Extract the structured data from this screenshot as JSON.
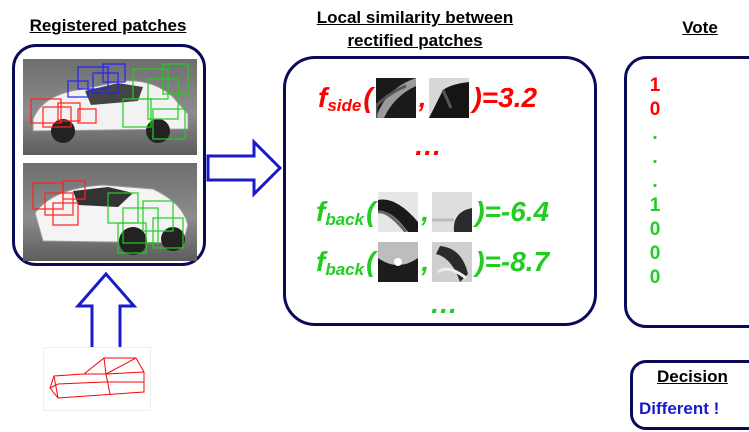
{
  "headers": {
    "registered": "Registered patches",
    "local_line1": "Local similarity between",
    "local_line2": "rectified patches",
    "vote": "Vote"
  },
  "similarity": {
    "row1": {
      "fname": "f",
      "sub": "side",
      "open": "(",
      "comma": ",",
      "close": ")=3.2",
      "color": "#ff0000"
    },
    "ellipsis_top": "…",
    "row2": {
      "fname": "f",
      "sub": "back",
      "open": "(",
      "comma": ",",
      "close": ")=-6.4",
      "color": "#22cc22"
    },
    "row3": {
      "fname": "f",
      "sub": "back",
      "open": "(",
      "comma": ",",
      "close": ")=-8.7",
      "color": "#22cc22"
    },
    "ellipsis_bottom": "…"
  },
  "votes": {
    "items": [
      {
        "text": "1",
        "color": "#ff0000"
      },
      {
        "text": "0",
        "color": "#ff0000"
      },
      {
        "text": ".",
        "color": "#22cc22"
      },
      {
        "text": ".",
        "color": "#22cc22"
      },
      {
        "text": ".",
        "color": "#22cc22"
      },
      {
        "text": "1",
        "color": "#22cc22"
      },
      {
        "text": "0",
        "color": "#22cc22"
      },
      {
        "text": "0",
        "color": "#22cc22"
      },
      {
        "text": "0",
        "color": "#22cc22"
      }
    ]
  },
  "decision": {
    "title": "Decision",
    "value": "Different !",
    "value_color": "#1a1acc"
  },
  "colors": {
    "panel_border": "#0a0a5a",
    "arrow": "#1a1acc",
    "wireframe": "#ff0000"
  }
}
